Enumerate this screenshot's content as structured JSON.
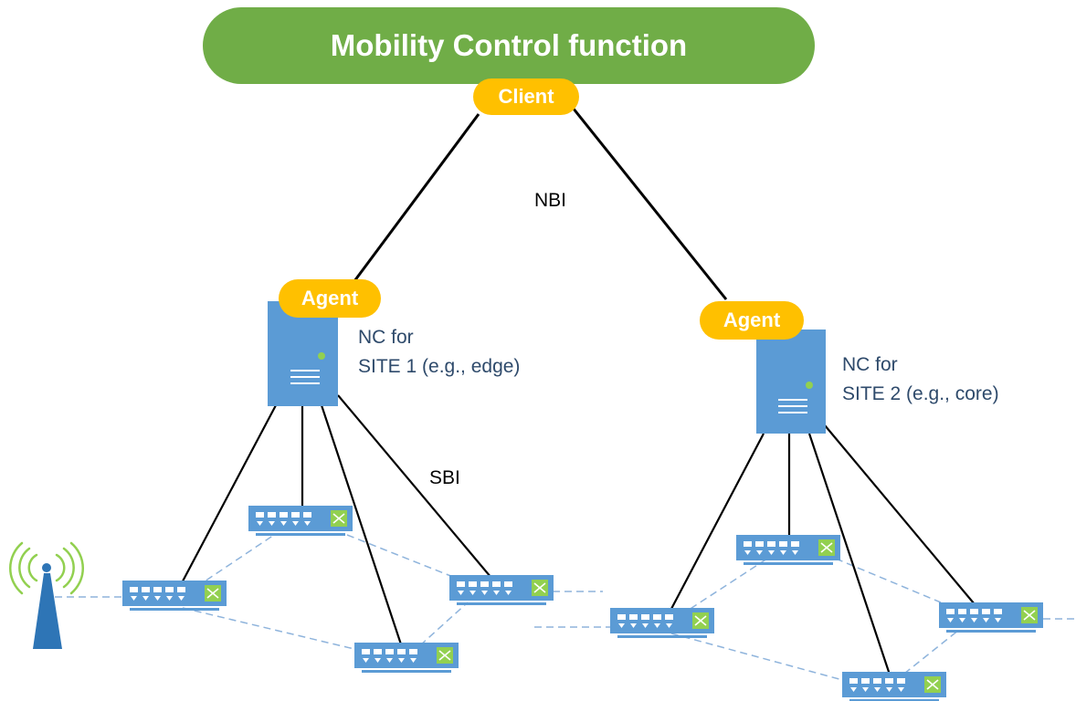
{
  "diagram": {
    "title": "Mobility Control function",
    "client_label": "Client",
    "nbi_label": "NBI",
    "sbi_label": "SBI",
    "site1": {
      "agent_label": "Agent",
      "nc_line1": "NC for",
      "nc_line2": "SITE 1 (e.g., edge)"
    },
    "site2": {
      "agent_label": "Agent",
      "nc_line1": "NC for",
      "nc_line2": "SITE 2 (e.g., core)"
    }
  },
  "colors": {
    "title_fill": "#70ad47",
    "tag_fill": "#ffc000",
    "server_fill": "#5b9bd5",
    "switch_fill": "#5b9bd5",
    "switch_accent": "#92d050",
    "nc_text": "#2e4a6b",
    "link_dashed": "#8fb4dc",
    "antenna": "#2e75b6",
    "wave": "#92d050"
  },
  "icons": [
    "server-icon",
    "switch-icon",
    "antenna-icon"
  ]
}
